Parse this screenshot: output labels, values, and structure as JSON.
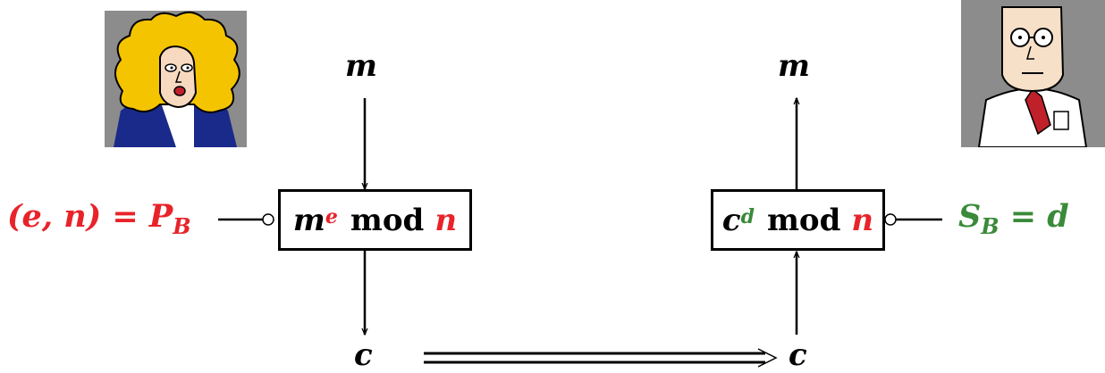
{
  "colors": {
    "red": "#e8232a",
    "green": "#3a8a3a",
    "black": "#000000"
  },
  "portraits": {
    "left": "alice-cartoon-portrait",
    "right": "bob-cartoon-portrait"
  },
  "encrypt": {
    "input_label": "m",
    "output_label": "c",
    "box": {
      "base": "m",
      "exponent": "e",
      "op": "mod",
      "modulus": "n"
    },
    "key_label": "(e, n) = P",
    "key_subscript": "B"
  },
  "decrypt": {
    "input_label": "c",
    "output_label": "m",
    "box": {
      "base": "c",
      "exponent": "d",
      "op": "mod",
      "modulus": "n"
    },
    "key_label_prefix": "S",
    "key_subscript": "B",
    "key_label_suffix": " = d"
  }
}
